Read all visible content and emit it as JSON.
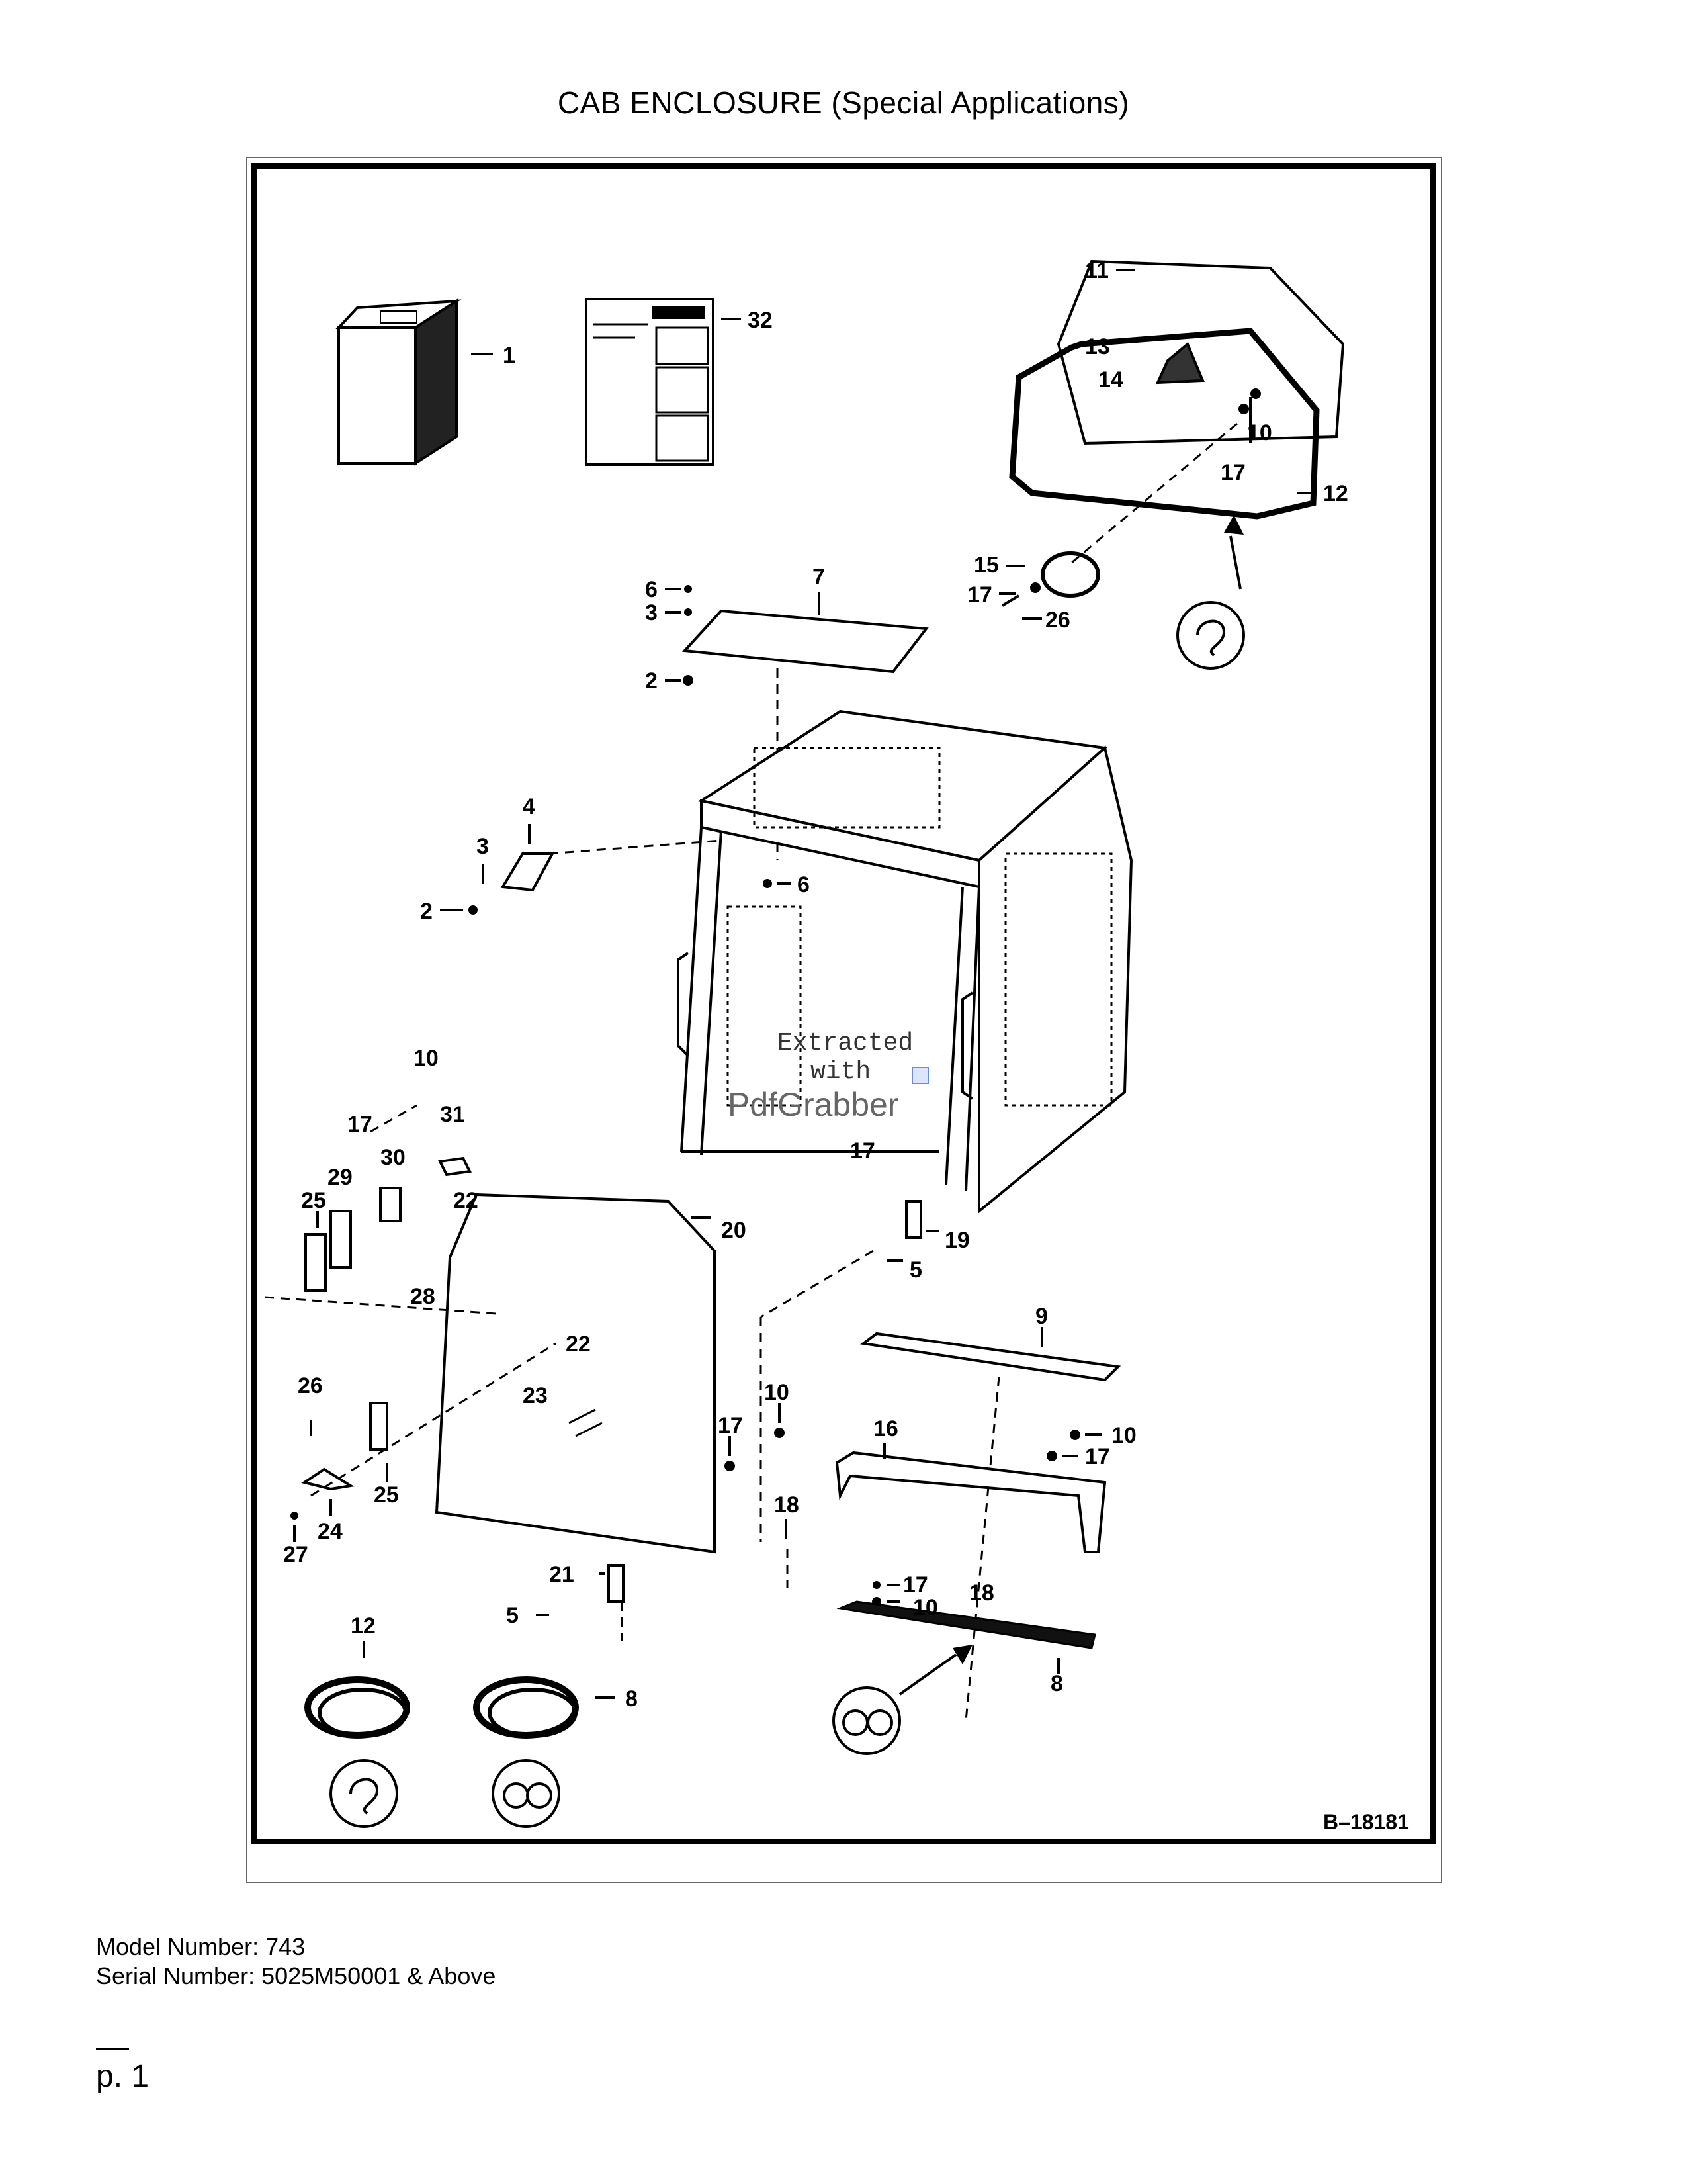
{
  "page": {
    "title": "CAB ENCLOSURE (Special Applications)",
    "figure_id": "B–18181",
    "model_line": "Model Number: 743",
    "serial_line": "Serial Number: 5025M50001 & Above",
    "page_label": "p. 1"
  },
  "watermark": {
    "line1": "Extracted",
    "line2": "with",
    "brand": "PdfGrabber"
  },
  "callouts": {
    "c1": "1",
    "c32": "32",
    "c11": "11",
    "c13": "13",
    "c14": "14",
    "c10a": "10",
    "c17a": "17",
    "c12a": "12",
    "c15": "15",
    "c17b": "17",
    "c26a": "26",
    "c7": "7",
    "c6a": "6",
    "c3a": "3",
    "c2a": "2",
    "c4": "4",
    "c3b": "3",
    "c2b": "2",
    "c6b": "6",
    "c17c": "17",
    "c10b": "10",
    "c17d": "17",
    "c31": "31",
    "c30": "30",
    "c29": "29",
    "c22a": "22",
    "c25a": "25",
    "c20": "20",
    "c19": "19",
    "c5a": "5",
    "c28": "28",
    "c22b": "22",
    "c23": "23",
    "c9": "9",
    "c26b": "26",
    "c10c": "10",
    "c16": "16",
    "c10d": "10",
    "c17e": "17",
    "c17f": "17",
    "c25b": "25",
    "c18a": "18",
    "c24": "24",
    "c27": "27",
    "c17g": "17",
    "c18b": "18",
    "c10e": "10",
    "c21": "21",
    "c5b": "5",
    "c12b": "12",
    "c8a": "8",
    "c8b": "8"
  }
}
